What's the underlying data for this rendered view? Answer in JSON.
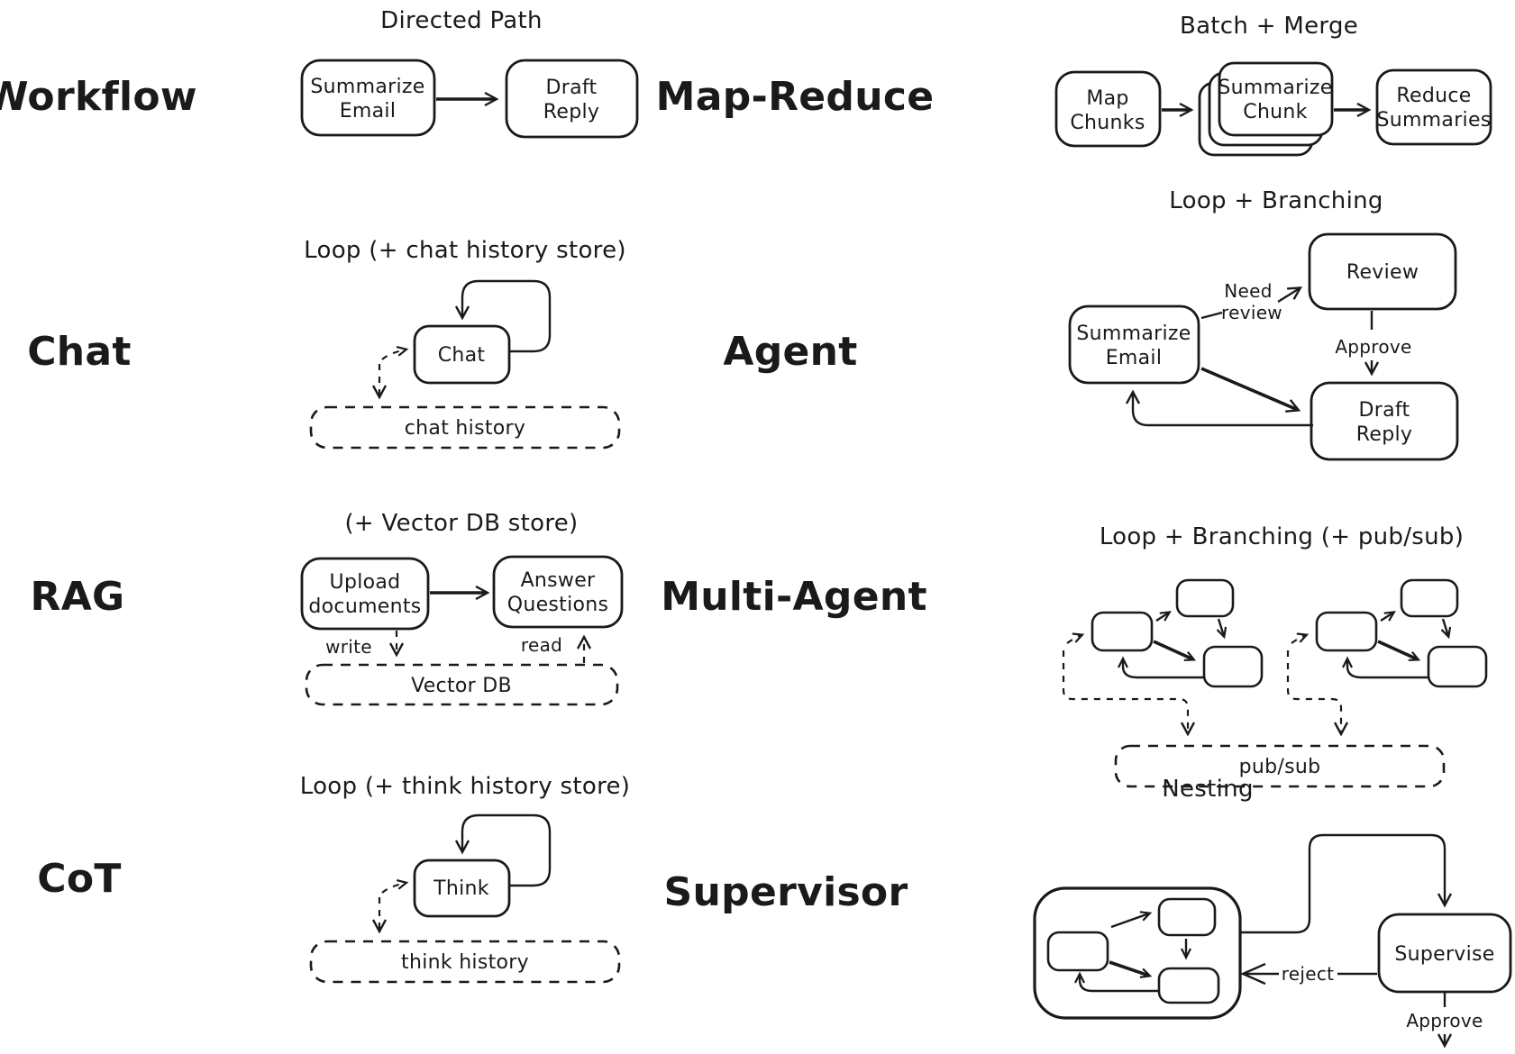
{
  "colors": {
    "ink": "#1a1a1a",
    "background": "#ffffff"
  },
  "sections": {
    "workflow": {
      "label": "Workflow",
      "title": "Directed Path",
      "summarize_email": [
        "Summarize",
        "Email"
      ],
      "draft_reply": [
        "Draft",
        "Reply"
      ]
    },
    "map_reduce": {
      "label": "Map-Reduce",
      "title": "Batch + Merge",
      "map_chunks": [
        "Map",
        "Chunks"
      ],
      "summarize_chunk": [
        "Summarize",
        "Chunk"
      ],
      "reduce_summaries": [
        "Reduce",
        "Summaries"
      ]
    },
    "chat": {
      "label": "Chat",
      "title": "Loop (+ chat history store)",
      "chat_node": "Chat",
      "store": "chat history"
    },
    "agent": {
      "label": "Agent",
      "title": "Loop + Branching",
      "summarize_email": [
        "Summarize",
        "Email"
      ],
      "review": "Review",
      "draft_reply": [
        "Draft",
        "Reply"
      ],
      "need_review": [
        "Need",
        "review"
      ],
      "approve": "Approve"
    },
    "rag": {
      "label": "RAG",
      "title": "(+ Vector DB store)",
      "upload_documents": [
        "Upload",
        "documents"
      ],
      "answer_questions": [
        "Answer",
        "Questions"
      ],
      "write": "write",
      "read": "read",
      "store": "Vector DB"
    },
    "multi_agent": {
      "label": "Multi-Agent",
      "title": "Loop + Branching (+ pub/sub)",
      "store": "pub/sub"
    },
    "cot": {
      "label": "CoT",
      "title": "Loop (+ think history store)",
      "think_node": "Think",
      "store": "think history"
    },
    "supervisor": {
      "label": "Supervisor",
      "title": "Nesting",
      "supervise": "Supervise",
      "reject": "reject",
      "approve": "Approve"
    }
  }
}
